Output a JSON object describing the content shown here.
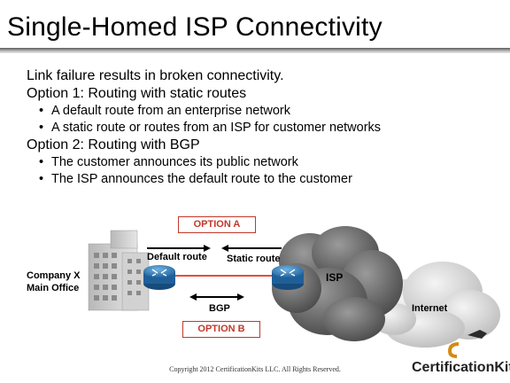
{
  "slide": {
    "title": "Single-Homed ISP Connectivity",
    "bullets": [
      {
        "level": 1,
        "text": "Link failure results in broken connectivity."
      },
      {
        "level": 1,
        "text": "Option 1: Routing with static routes"
      },
      {
        "level": 2,
        "text": "A default route from an enterprise network"
      },
      {
        "level": 2,
        "text": "A static route or routes from an ISP for customer networks"
      },
      {
        "level": 1,
        "text": "Option 2: Routing with BGP"
      },
      {
        "level": 2,
        "text": "The customer announces its public network"
      },
      {
        "level": 2,
        "text": "The ISP announces the default route to the customer"
      }
    ],
    "bullet_char": "•"
  },
  "diagram": {
    "option_a": "OPTION A",
    "option_b": "OPTION B",
    "default_route": "Default route",
    "static_route": "Static route",
    "bgp": "BGP",
    "company_line1": "Company X",
    "company_line2": "Main Office",
    "isp": "ISP",
    "internet": "Internet",
    "colors": {
      "accent": "#c0392b",
      "router": "#2e86c1",
      "link": "#e74c3c"
    }
  },
  "footer": {
    "copyright": "Copyright 2012 CertificationKits LLC. All Rights Reserved.",
    "logo": "CertificationKits",
    "logo_mark": "CK"
  }
}
